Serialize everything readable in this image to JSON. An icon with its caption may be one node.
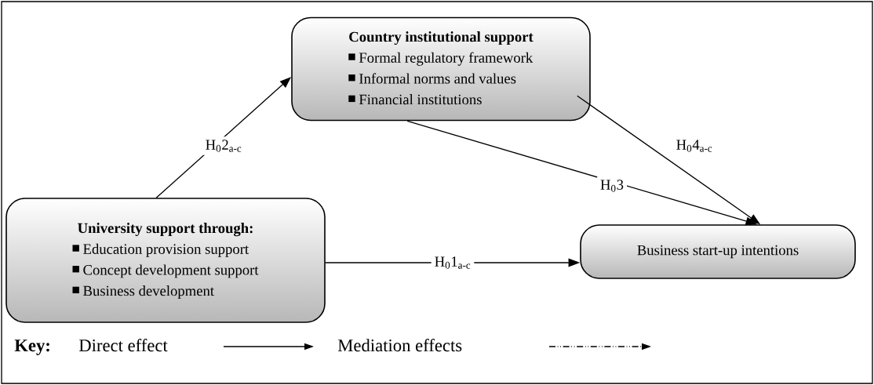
{
  "diagram": {
    "nodes": [
      {
        "text": [
          "Country institutional support",
          "Formal regulatory framework",
          "Informal norms and values",
          "Financial institutions"
        ]
      },
      {
        "text": [
          "University support through:",
          "Education provision support",
          "Concept development support",
          "Business development"
        ]
      },
      {
        "text": [
          "Business start-up intentions"
        ]
      }
    ],
    "edges": [
      {
        "from": 1,
        "to": 0,
        "arrow": "to",
        "label": "H$_{0}$2$_{a-c}$"
      },
      {
        "from": 1,
        "to": 2,
        "arrow": "to",
        "label": "H$_{0}$1$_{a-c}$"
      },
      {
        "from": 0,
        "to": 2,
        "arrow": "to",
        "label": "H$_{0}$3"
      },
      {
        "from": 0,
        "to": 2,
        "arrow": "to",
        "label": "H$_{0}$4$_{a-c}$"
      }
    ],
    "labels": [
      "Key:"
    ],
    "legend": [
      {
        "text": "Direct effect"
      },
      {
        "text": "Mediation effects"
      }
    ]
  }
}
